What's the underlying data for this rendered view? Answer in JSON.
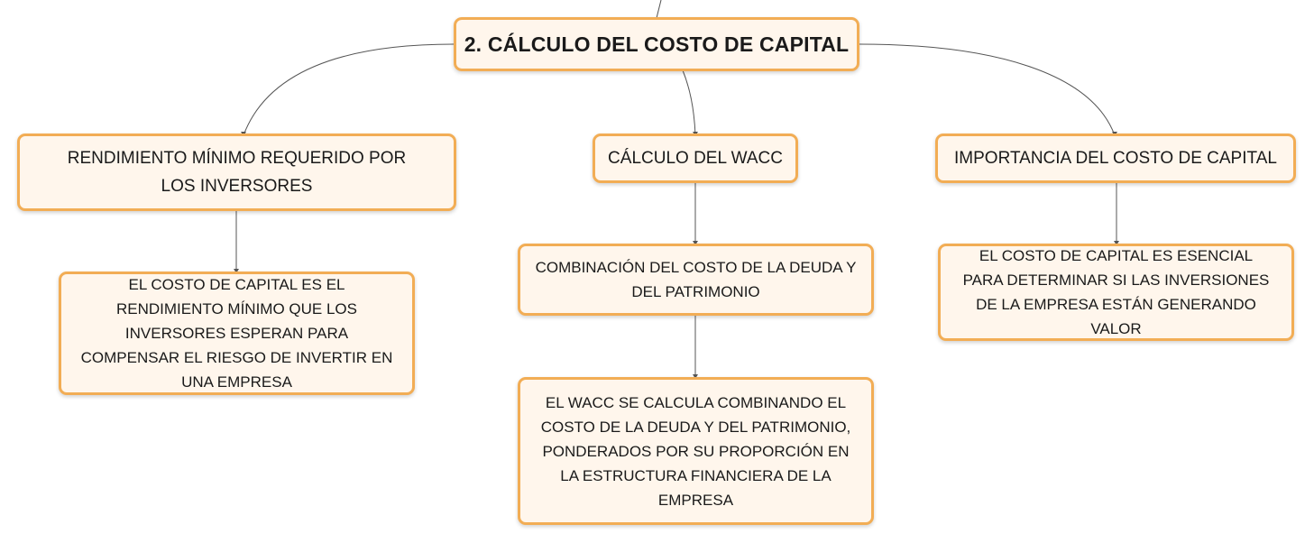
{
  "root": {
    "label": "2. CÁLCULO DEL COSTO DE CAPITAL"
  },
  "branches": [
    {
      "label": "RENDIMIENTO MÍNIMO REQUERIDO POR LOS INVERSORES",
      "children": [
        {
          "label": "EL COSTO DE CAPITAL ES EL RENDIMIENTO MÍNIMO QUE LOS INVERSORES ESPERAN PARA COMPENSAR EL RIESGO DE INVERTIR EN UNA EMPRESA"
        }
      ]
    },
    {
      "label": "CÁLCULO DEL WACC",
      "children": [
        {
          "label": "COMBINACIÓN DEL COSTO DE LA DEUDA Y DEL PATRIMONIO",
          "children": [
            {
              "label": "EL WACC SE CALCULA COMBINANDO EL COSTO DE LA DEUDA Y DEL PATRIMONIO, PONDERADOS POR SU PROPORCIÓN EN LA ESTRUCTURA FINANCIERA DE LA EMPRESA"
            }
          ]
        }
      ]
    },
    {
      "label": "IMPORTANCIA DEL COSTO DE CAPITAL",
      "children": [
        {
          "label": "EL COSTO DE CAPITAL ES ESENCIAL PARA DETERMINAR SI LAS INVERSIONES DE LA EMPRESA ESTÁN GENERANDO VALOR"
        }
      ]
    }
  ],
  "colors": {
    "node_fill": "#fff6ec",
    "node_border": "#f2ad55",
    "connector": "#555555"
  }
}
